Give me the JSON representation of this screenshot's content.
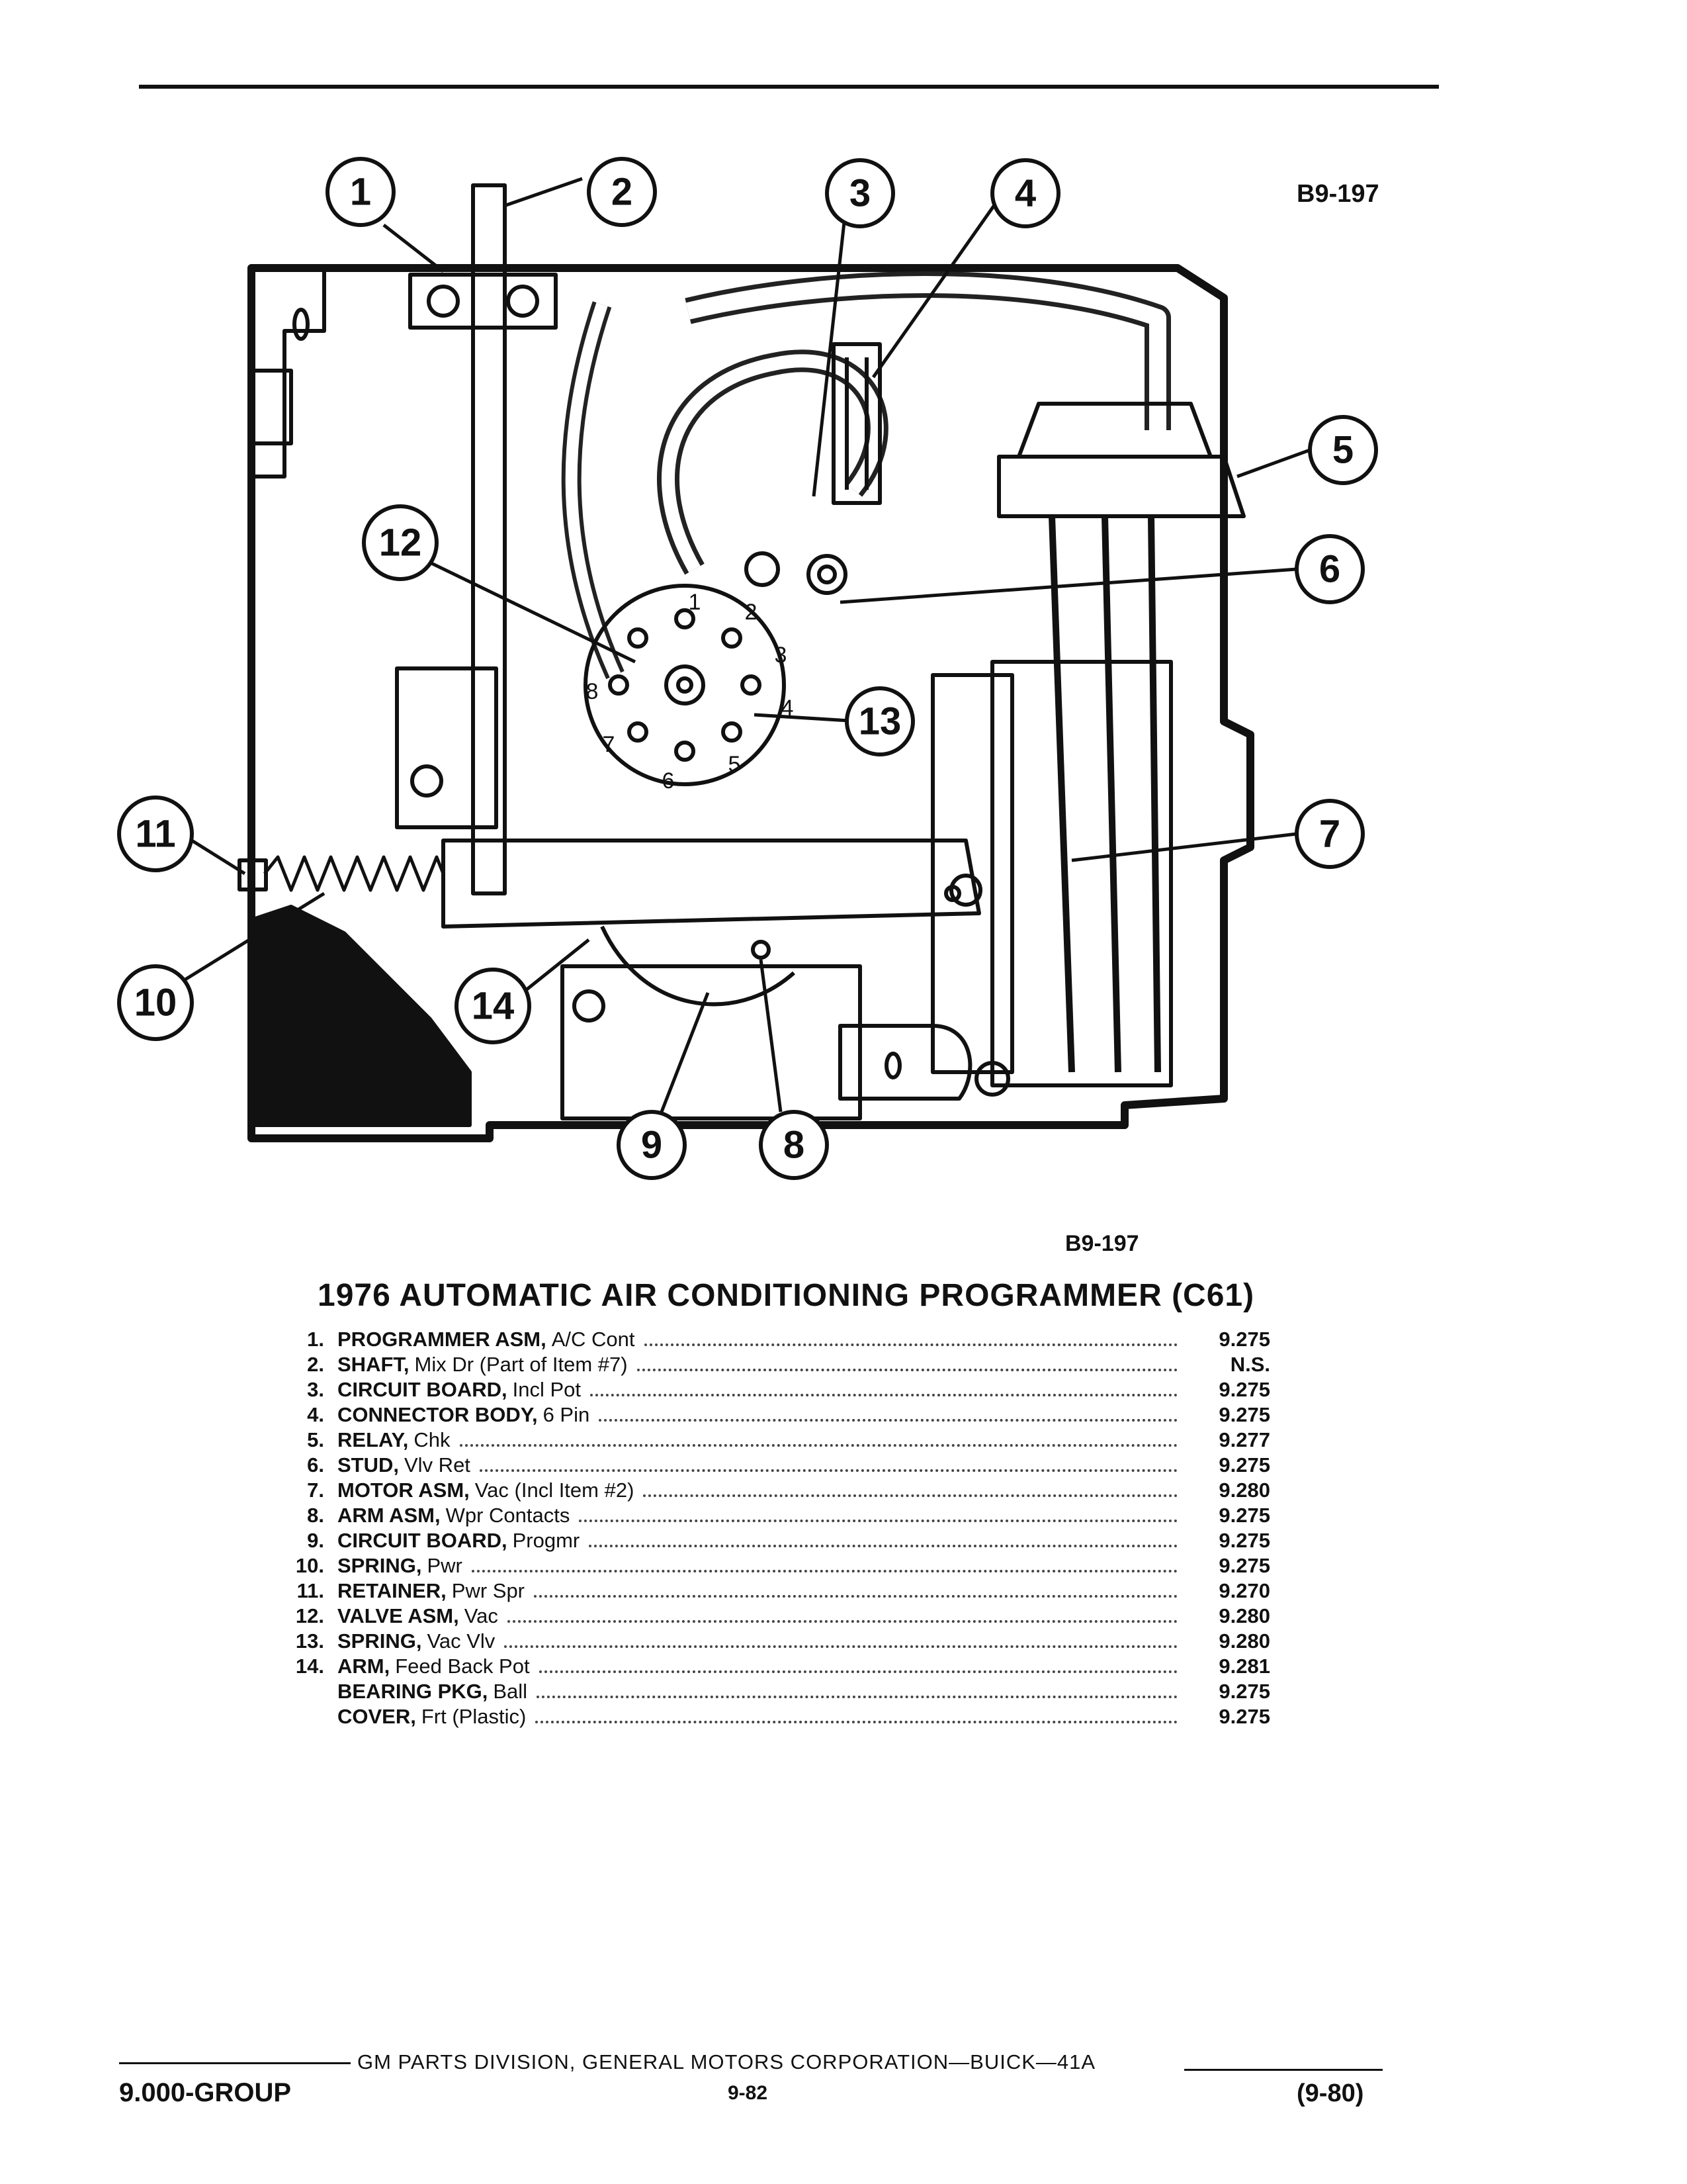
{
  "figure": {
    "code_top": "B9-197",
    "code_bottom": "B9-197",
    "callouts": [
      "1",
      "2",
      "3",
      "4",
      "5",
      "6",
      "7",
      "8",
      "9",
      "10",
      "11",
      "12",
      "13",
      "14"
    ],
    "dial_numbers": [
      "1",
      "2",
      "3",
      "4",
      "5",
      "6",
      "7",
      "8"
    ]
  },
  "title": "1976 AUTOMATIC AIR CONDITIONING PROGRAMMER (C61)",
  "parts": [
    {
      "num": "1.",
      "name": "PROGRAMMER ASM,",
      "desc": "A/C Cont",
      "group": "9.275"
    },
    {
      "num": "2.",
      "name": "SHAFT,",
      "desc": "Mix Dr (Part of Item #7)",
      "group": "N.S."
    },
    {
      "num": "3.",
      "name": "CIRCUIT BOARD,",
      "desc": "Incl Pot",
      "group": "9.275"
    },
    {
      "num": "4.",
      "name": "CONNECTOR BODY,",
      "desc": "6 Pin",
      "group": "9.275"
    },
    {
      "num": "5.",
      "name": "RELAY,",
      "desc": "Chk",
      "group": "9.277"
    },
    {
      "num": "6.",
      "name": "STUD,",
      "desc": "Vlv Ret",
      "group": "9.275"
    },
    {
      "num": "7.",
      "name": "MOTOR ASM,",
      "desc": "Vac (Incl Item #2)",
      "group": "9.280"
    },
    {
      "num": "8.",
      "name": "ARM ASM,",
      "desc": "Wpr Contacts",
      "group": "9.275"
    },
    {
      "num": "9.",
      "name": "CIRCUIT BOARD,",
      "desc": "Progmr",
      "group": "9.275"
    },
    {
      "num": "10.",
      "name": "SPRING,",
      "desc": "Pwr",
      "group": "9.275"
    },
    {
      "num": "11.",
      "name": "RETAINER,",
      "desc": "Pwr Spr",
      "group": "9.270"
    },
    {
      "num": "12.",
      "name": "VALVE ASM,",
      "desc": "Vac",
      "group": "9.280"
    },
    {
      "num": "13.",
      "name": "SPRING,",
      "desc": "Vac Vlv",
      "group": "9.280"
    },
    {
      "num": "14.",
      "name": "ARM,",
      "desc": "Feed Back Pot",
      "group": "9.281"
    },
    {
      "num": "",
      "name": "BEARING PKG,",
      "desc": "Ball",
      "group": "9.275"
    },
    {
      "num": "",
      "name": "COVER,",
      "desc": "Frt (Plastic)",
      "group": "9.275"
    }
  ],
  "footer": {
    "org": "GM PARTS DIVISION, GENERAL MOTORS CORPORATION—BUICK—41A",
    "group": "9.000-GROUP",
    "page": "9-82",
    "date": "(9-80)"
  }
}
